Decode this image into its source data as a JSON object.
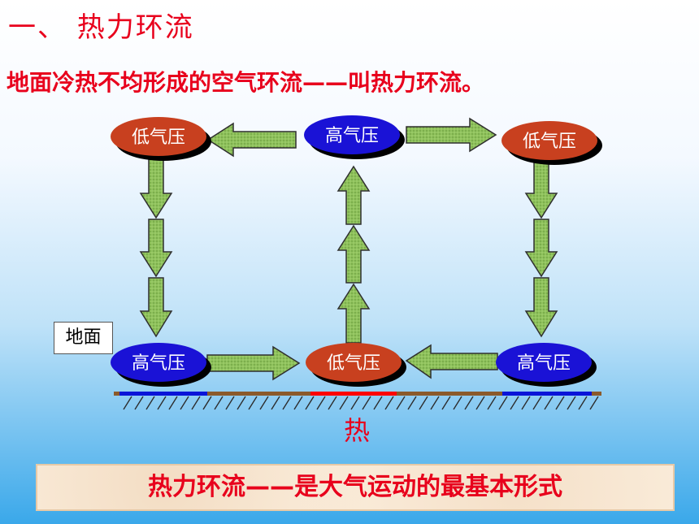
{
  "title": "一、 热力环流",
  "subtitle": "地面冷热不均形成的空气环流——叫热力环流。",
  "nodes": {
    "top_left": "低气压",
    "top_center": "高气压",
    "top_right": "低气压",
    "bottom_left": "高气压",
    "bottom_center": "低气压",
    "bottom_right": "高气压"
  },
  "ground_label": "地面",
  "heat_label": "热",
  "conclusion": "热力环流——是大气运动的最基本形式",
  "colors": {
    "text_red": "#e8001c",
    "low_pressure": "#c8401f",
    "high_pressure": "#1a12d6",
    "arrow_fill": "#8fc25c",
    "ground_brown": "#8b5a2b",
    "ground_heat": "#ff0000",
    "ground_cool": "#0a14d8"
  }
}
